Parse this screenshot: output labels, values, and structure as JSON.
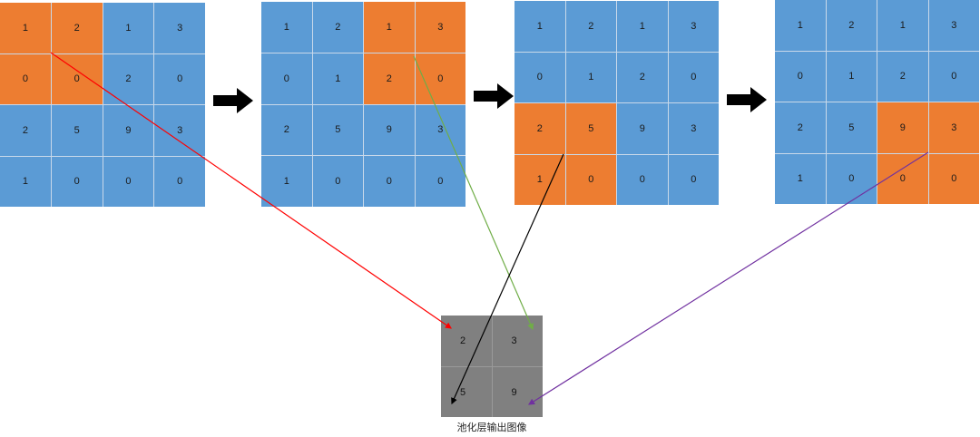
{
  "colors": {
    "cell": "#5b9bd5",
    "highlight": "#ed7d31",
    "output_cell": "#808080",
    "arrow": "#000000",
    "line_red": "#ff0000",
    "line_green": "#70ad47",
    "line_black": "#000000",
    "line_purple": "#7030a0"
  },
  "input_matrix": [
    [
      "1",
      "2",
      "1",
      "3"
    ],
    [
      "0",
      "0",
      "2",
      "0"
    ],
    [
      "2",
      "5",
      "9",
      "3"
    ],
    [
      "1",
      "0",
      "0",
      "0"
    ]
  ],
  "steps": [
    {
      "matrix": [
        [
          "1",
          "2",
          "1",
          "3"
        ],
        [
          "0",
          "0",
          "2",
          "0"
        ],
        [
          "2",
          "5",
          "9",
          "3"
        ],
        [
          "1",
          "0",
          "0",
          "0"
        ]
      ],
      "highlight_rows": [
        0,
        1
      ],
      "highlight_cols": [
        0,
        1
      ]
    },
    {
      "matrix": [
        [
          "1",
          "2",
          "1",
          "3"
        ],
        [
          "0",
          "1",
          "2",
          "0"
        ],
        [
          "2",
          "5",
          "9",
          "3"
        ],
        [
          "1",
          "0",
          "0",
          "0"
        ]
      ],
      "highlight_rows": [
        0,
        1
      ],
      "highlight_cols": [
        2,
        3
      ]
    },
    {
      "matrix": [
        [
          "1",
          "2",
          "1",
          "3"
        ],
        [
          "0",
          "1",
          "2",
          "0"
        ],
        [
          "2",
          "5",
          "9",
          "3"
        ],
        [
          "1",
          "0",
          "0",
          "0"
        ]
      ],
      "highlight_rows": [
        2,
        3
      ],
      "highlight_cols": [
        0,
        1
      ]
    },
    {
      "matrix": [
        [
          "1",
          "2",
          "1",
          "3"
        ],
        [
          "0",
          "1",
          "2",
          "0"
        ],
        [
          "2",
          "5",
          "9",
          "3"
        ],
        [
          "1",
          "0",
          "0",
          "0"
        ]
      ],
      "highlight_rows": [
        2,
        3
      ],
      "highlight_cols": [
        2,
        3
      ]
    }
  ],
  "output": {
    "cells": [
      "2",
      "3",
      "5",
      "9"
    ],
    "caption": "池化层输出图像"
  }
}
